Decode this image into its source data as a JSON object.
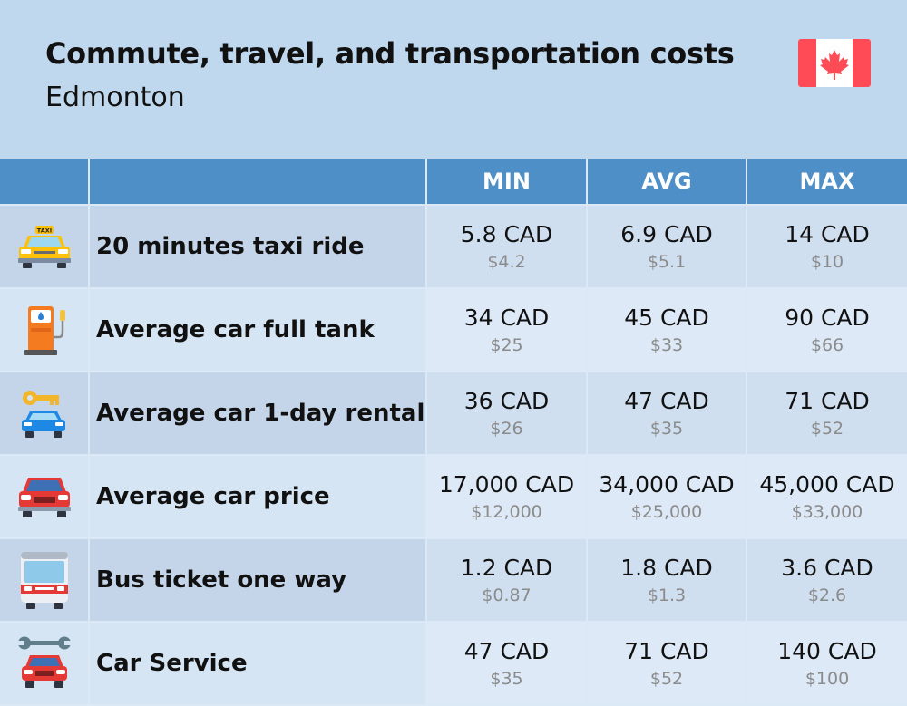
{
  "header": {
    "title": "Commute, travel, and transportation costs",
    "subtitle": "Edmonton"
  },
  "flag": {
    "icon": "canada-flag-icon",
    "red": "#ff4b55",
    "white": "#ffffff"
  },
  "colors": {
    "header_bg": "#4f8fc8",
    "page_bg": "#bfd8ee"
  },
  "columns": {
    "min": "MIN",
    "avg": "AVG",
    "max": "MAX"
  },
  "rows": [
    {
      "label": "20 minutes taxi ride",
      "icon": "taxi-icon",
      "min": {
        "cad": "5.8 CAD",
        "usd": "$4.2"
      },
      "avg": {
        "cad": "6.9 CAD",
        "usd": "$5.1"
      },
      "max": {
        "cad": "14 CAD",
        "usd": "$10"
      }
    },
    {
      "label": "Average car full tank",
      "icon": "fuel-pump-icon",
      "min": {
        "cad": "34 CAD",
        "usd": "$25"
      },
      "avg": {
        "cad": "45 CAD",
        "usd": "$33"
      },
      "max": {
        "cad": "90 CAD",
        "usd": "$66"
      }
    },
    {
      "label": "Average car 1-day rental",
      "icon": "car-key-icon",
      "min": {
        "cad": "36 CAD",
        "usd": "$26"
      },
      "avg": {
        "cad": "47 CAD",
        "usd": "$35"
      },
      "max": {
        "cad": "71 CAD",
        "usd": "$52"
      }
    },
    {
      "label": "Average car price",
      "icon": "red-car-icon",
      "min": {
        "cad": "17,000 CAD",
        "usd": "$12,000"
      },
      "avg": {
        "cad": "34,000 CAD",
        "usd": "$25,000"
      },
      "max": {
        "cad": "45,000 CAD",
        "usd": "$33,000"
      }
    },
    {
      "label": "Bus ticket one way",
      "icon": "bus-icon",
      "min": {
        "cad": "1.2 CAD",
        "usd": "$0.87"
      },
      "avg": {
        "cad": "1.8 CAD",
        "usd": "$1.3"
      },
      "max": {
        "cad": "3.6 CAD",
        "usd": "$2.6"
      }
    },
    {
      "label": "Car Service",
      "icon": "wrench-car-icon",
      "min": {
        "cad": "47 CAD",
        "usd": "$35"
      },
      "avg": {
        "cad": "71 CAD",
        "usd": "$52"
      },
      "max": {
        "cad": "140 CAD",
        "usd": "$100"
      }
    }
  ]
}
